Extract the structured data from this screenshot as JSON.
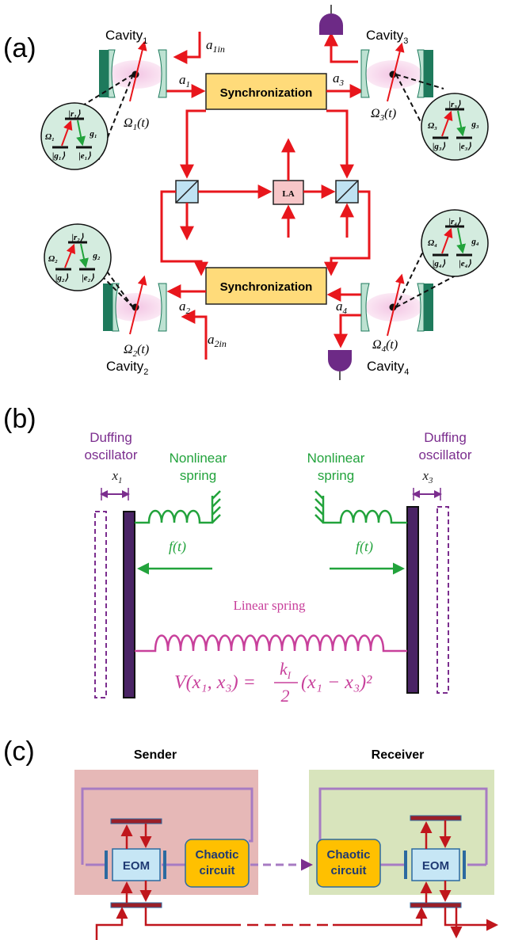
{
  "panel_a": {
    "letter": "(a)",
    "sync_top": "Synchronization",
    "sync_bottom": "Synchronization",
    "la": "LA",
    "cavity1": "Cavity",
    "cavity1_sub": "1",
    "cavity2": "Cavity",
    "cavity2_sub": "2",
    "cavity3": "Cavity",
    "cavity3_sub": "3",
    "cavity4": "Cavity",
    "cavity4_sub": "4",
    "a1in": "a",
    "a1in_sub": "1in",
    "a2in": "a",
    "a2in_sub": "2in",
    "a1": "a",
    "a1_sub": "1",
    "a2": "a",
    "a2_sub": "2",
    "a3": "a",
    "a3_sub": "3",
    "a4": "a",
    "a4_sub": "4",
    "omega1": "Ω",
    "omega1_sub": "1",
    "omega2": "Ω",
    "omega2_sub": "2",
    "omega3": "Ω",
    "omega3_sub": "3",
    "omega4": "Ω",
    "omega4_sub": "4",
    "of_t": "(t)",
    "levels1": {
      "r": "|r₁⟩",
      "g": "|g₁⟩",
      "e": "|e₁⟩",
      "om": "Ω₁",
      "gg": "g₁"
    },
    "levels2": {
      "r": "|r₂⟩",
      "g": "|g₂⟩",
      "e": "|e₂⟩",
      "om": "Ω₂",
      "gg": "g₂"
    },
    "levels3": {
      "r": "|r₃⟩",
      "g": "|g₃⟩",
      "e": "|e₃⟩",
      "om": "Ω₃",
      "gg": "g₃"
    },
    "levels4": {
      "r": "|r₄⟩",
      "g": "|g₄⟩",
      "e": "|e₄⟩",
      "om": "Ω₄",
      "gg": "g₄"
    }
  },
  "panel_b": {
    "letter": "(b)",
    "duffing_left_1": "Duffing",
    "duffing_left_2": "oscillator",
    "duffing_right_1": "Duffing",
    "duffing_right_2": "oscillator",
    "x1": "x",
    "x1_sub": "1",
    "x3": "x",
    "x3_sub": "3",
    "nonlinear_left_1": "Nonlinear",
    "nonlinear_left_2": "spring",
    "nonlinear_right_1": "Nonlinear",
    "nonlinear_right_2": "spring",
    "force_left": "f(t)",
    "force_right": "f(t)",
    "linear_spring": "Linear spring",
    "potential_lhs": "V(x₁, x₃) =",
    "potential_num": "k",
    "potential_num_sub": "I",
    "potential_den": "2",
    "potential_rhs": "(x₁ − x₃)²"
  },
  "panel_c": {
    "letter": "(c)",
    "sender": "Sender",
    "receiver": "Receiver",
    "eom_left": "EOM",
    "eom_right": "EOM",
    "chaotic_left_1": "Chaotic",
    "chaotic_left_2": "circuit",
    "chaotic_right_1": "Chaotic",
    "chaotic_right_2": "circuit"
  },
  "colors": {
    "red": "#e8161c",
    "purple": "#7b2d8e",
    "green": "#22a33c",
    "pink": "#c8409b",
    "sync_fill": "#ffdb7a",
    "cavity_dark": "#1e7a5c",
    "cavity_light": "#bde2d2",
    "sender_bg": "#e6b8b7",
    "receiver_bg": "#d8e4bc",
    "eom_fill": "#c6e6f5",
    "chaotic_fill": "#ffc000"
  }
}
